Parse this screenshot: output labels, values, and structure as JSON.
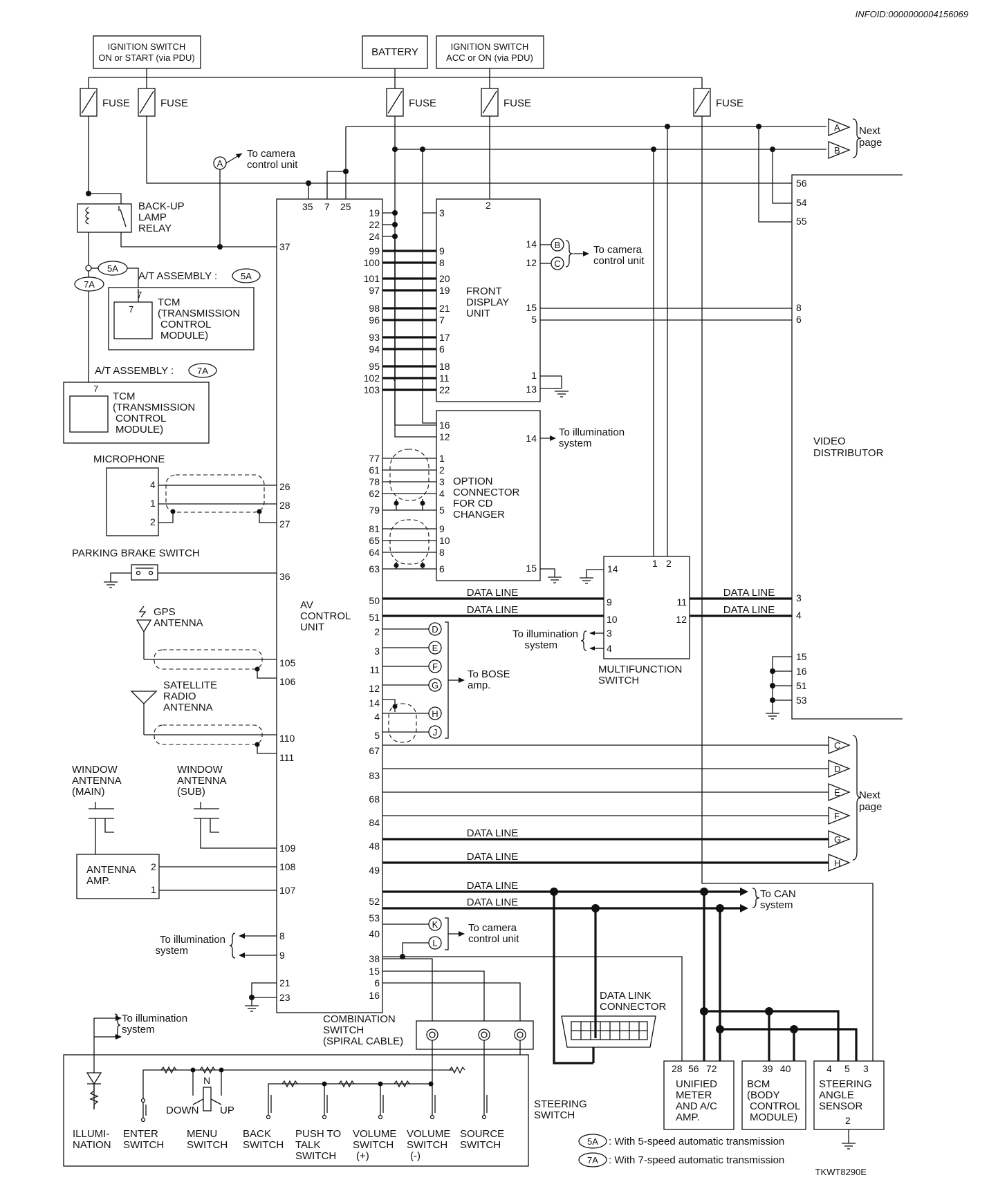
{
  "doc_id": "INFOID:0000000004156069",
  "figure_code": "TKWT8290E",
  "supplies": {
    "ign_on_start_1": "IGNITION SWITCH",
    "ign_on_start_2": "ON or START (via PDU)",
    "battery": "BATTERY",
    "ign_acc_on_1": "IGNITION SWITCH",
    "ign_acc_on_2": "ACC or ON (via PDU)",
    "fuse": "FUSE"
  },
  "labels": {
    "next_page_1": "Next",
    "next_page_2": "page",
    "to_camera_1": "To camera",
    "to_camera_2": "control unit",
    "to_illum_1": "To illumination",
    "to_illum_2": "system",
    "to_bose_1": "To BOSE",
    "to_bose_2": "amp.",
    "to_can_1": "To CAN",
    "to_can_2": "system",
    "data_line": "DATA LINE"
  },
  "components": {
    "backup_relay": [
      "BACK-UP",
      "LAMP",
      "RELAY"
    ],
    "at_assembly_5a": "A/T ASSEMBLY :",
    "at_assembly_7a": "A/T ASSEMBLY :",
    "tcm": [
      "TCM",
      "(TRANSMISSION",
      "CONTROL",
      "MODULE)"
    ],
    "microphone": "MICROPHONE",
    "parking_brake": "PARKING BRAKE SWITCH",
    "gps_antenna": [
      "GPS",
      "ANTENNA"
    ],
    "sat_antenna": [
      "SATELLITE",
      "RADIO",
      "ANTENNA"
    ],
    "window_main": [
      "WINDOW",
      "ANTENNA",
      "(MAIN)"
    ],
    "window_sub": [
      "WINDOW",
      "ANTENNA",
      "(SUB)"
    ],
    "antenna_amp": [
      "ANTENNA",
      "AMP."
    ],
    "av_control": [
      "AV",
      "CONTROL",
      "UNIT"
    ],
    "front_display": [
      "FRONT",
      "DISPLAY",
      "UNIT"
    ],
    "option_connector": [
      "OPTION",
      "CONNECTOR",
      "FOR CD",
      "CHANGER"
    ],
    "multifunction": [
      "MULTIFUNCTION",
      "SWITCH"
    ],
    "video_distributor": [
      "VIDEO",
      "DISTRIBUTOR"
    ],
    "combination_switch": [
      "COMBINATION",
      "SWITCH",
      "(SPIRAL CABLE)"
    ],
    "data_link": [
      "DATA LINK",
      "CONNECTOR"
    ],
    "unified_meter": [
      "UNIFIED",
      "METER",
      "AND A/C",
      "AMP."
    ],
    "bcm": [
      "BCM",
      "(BODY",
      "CONTROL",
      "MODULE)"
    ],
    "steering_angle": [
      "STEERING",
      "ANGLE",
      "SENSOR"
    ],
    "steering_switch": [
      "STEERING",
      "SWITCH"
    ],
    "sw_illumination": [
      "ILLUMI-",
      "NATION"
    ],
    "sw_enter": [
      "ENTER",
      "SWITCH"
    ],
    "sw_menu": [
      "MENU",
      "SWITCH"
    ],
    "sw_back": [
      "BACK",
      "SWITCH"
    ],
    "sw_ptt": [
      "PUSH TO",
      "TALK",
      "SWITCH"
    ],
    "sw_vol_up": [
      "VOLUME",
      "SWITCH",
      "(+)"
    ],
    "sw_vol_dn": [
      "VOLUME",
      "SWITCH",
      "(-)"
    ],
    "sw_source": [
      "SOURCE",
      "SWITCH"
    ],
    "menu_n": "N",
    "menu_down": "DOWN",
    "menu_up": "UP"
  },
  "legend": {
    "tag_5a": "5A",
    "tag_7a": "7A",
    "text_5a": ": With 5-speed automatic transmission",
    "text_7a": ": With 7-speed automatic transmission"
  },
  "connectors": [
    "A",
    "B",
    "C",
    "D",
    "E",
    "F",
    "G",
    "H",
    "J",
    "K",
    "L"
  ],
  "pins": {
    "av_top": [
      "35",
      "7",
      "25"
    ],
    "av_left": [
      "37",
      "26",
      "28",
      "27",
      "36",
      "105",
      "106",
      "110",
      "111",
      "109",
      "108",
      "107",
      "8",
      "9",
      "21",
      "23"
    ],
    "av_right": [
      "19",
      "22",
      "24",
      "99",
      "100",
      "101",
      "97",
      "98",
      "96",
      "93",
      "94",
      "95",
      "102",
      "103",
      "77",
      "61",
      "78",
      "62",
      "79",
      "81",
      "65",
      "64",
      "63",
      "50",
      "51",
      "2",
      "3",
      "11",
      "12",
      "14",
      "4",
      "5",
      "67",
      "83",
      "68",
      "84",
      "48",
      "49",
      "52",
      "53",
      "40",
      "38",
      "15",
      "6",
      "16"
    ],
    "fdu_left": [
      "3",
      "9",
      "8",
      "20",
      "19",
      "21",
      "7",
      "17",
      "6",
      "18",
      "11",
      "22"
    ],
    "fdu_other": [
      "2",
      "14",
      "12",
      "15",
      "5",
      "1",
      "13"
    ],
    "opt_left": [
      "16",
      "12",
      "1",
      "2",
      "3",
      "4",
      "5",
      "9",
      "10",
      "8",
      "6"
    ],
    "opt_other": [
      "14",
      "15"
    ],
    "mfs": [
      "14",
      "1",
      "2",
      "9",
      "10",
      "3",
      "4",
      "11",
      "12"
    ],
    "vd": [
      "56",
      "54",
      "55",
      "8",
      "6",
      "3",
      "4",
      "15",
      "16",
      "51",
      "53"
    ],
    "mic": [
      "4",
      "1",
      "2"
    ],
    "amp": [
      "2",
      "1"
    ],
    "tcm": [
      "7"
    ],
    "meter": [
      "28",
      "56",
      "72"
    ],
    "bcm": [
      "39",
      "40"
    ],
    "sas": [
      "4",
      "5",
      "3",
      "2"
    ]
  }
}
